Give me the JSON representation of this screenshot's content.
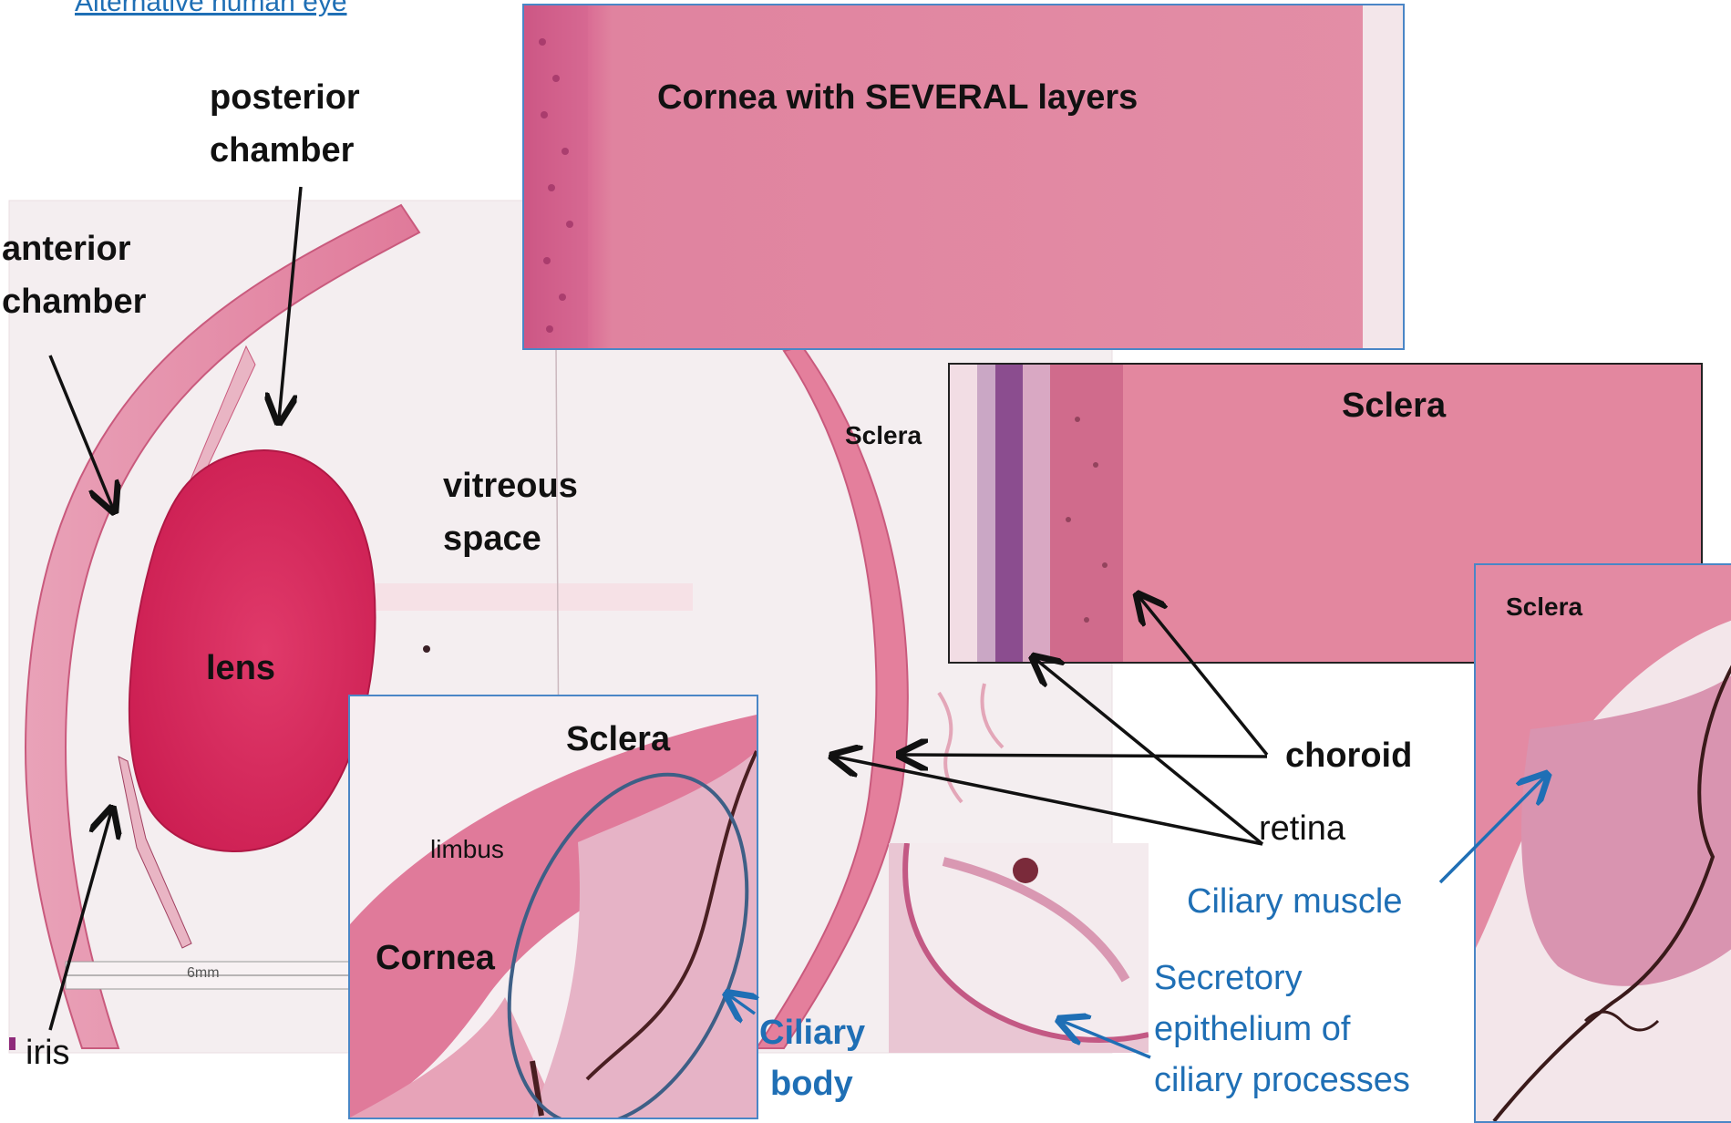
{
  "header": {
    "link_text": "Alternative human eye"
  },
  "labels": {
    "posterior_chamber_1": "posterior",
    "posterior_chamber_2": "chamber",
    "anterior_chamber_1": "anterior",
    "anterior_chamber_2": "chamber",
    "vitreous_1": "vitreous",
    "vitreous_2": "space",
    "lens": "lens",
    "iris": "iris",
    "scale_bar": "6mm",
    "sclera_main": "Sclera",
    "cornea_panel": "Cornea with SEVERAL layers",
    "sclera_panel": "Sclera",
    "sclera_far_right": "Sclera",
    "choroid": "choroid",
    "retina": "retina",
    "ciliary_muscle": "Ciliary muscle",
    "secretory_1": "Secretory",
    "secretory_2": "epithelium of",
    "secretory_3": "ciliary processes",
    "inset_sclera": "Sclera",
    "inset_limbus": "limbus",
    "inset_cornea": "Cornea",
    "ciliary_body_1": "Ciliary",
    "ciliary_body_2": "body"
  },
  "colors": {
    "tissue_pink": "#e07a9a",
    "lens_red": "#d62a5c",
    "label_blue": "#1f6fb5",
    "panel_border_blue": "#4a86c6"
  }
}
